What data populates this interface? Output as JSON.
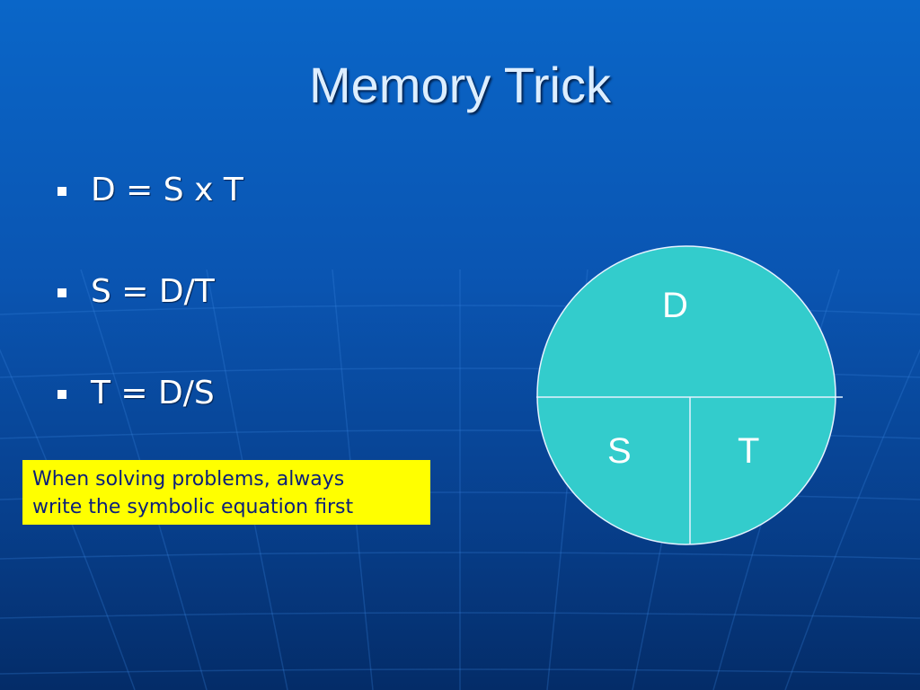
{
  "title": "Memory Trick",
  "bullets": [
    {
      "text": "D = S x T"
    },
    {
      "text": "S = D/T"
    },
    {
      "text": "T = D/S"
    }
  ],
  "note": {
    "line1": "When solving problems, always",
    "line2": "write the symbolic equation first"
  },
  "diagram": {
    "top_label": "D",
    "bottom_left_label": "S",
    "bottom_right_label": "T",
    "fill_color": "#33cccc",
    "line_color": "#e6f2ff"
  },
  "colors": {
    "background": "#0a55b2",
    "note_background": "#ffff00",
    "note_text": "#0b1f7a"
  }
}
